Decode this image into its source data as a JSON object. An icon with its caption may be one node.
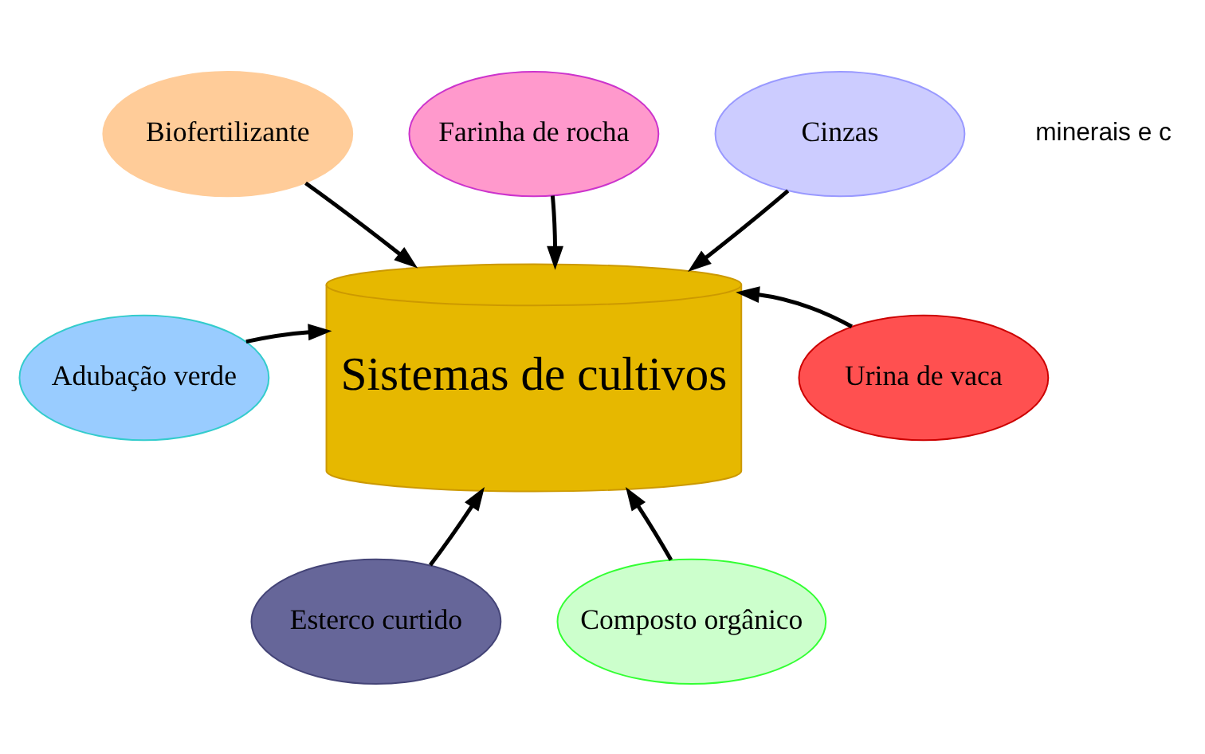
{
  "diagram": {
    "nodes": [
      {
        "text": [
          "Biofertilizante"
        ]
      },
      {
        "text": [
          "Farinha de rocha"
        ]
      },
      {
        "text": [
          "Cinzas"
        ]
      },
      {
        "text": [
          "Adubação verde"
        ]
      },
      {
        "text": [
          "Sistemas de cultivos"
        ]
      },
      {
        "text": [
          "Urina de vaca"
        ]
      },
      {
        "text": [
          "Esterco curtido"
        ]
      },
      {
        "text": [
          "Composto orgânico"
        ]
      }
    ],
    "edges": [
      {
        "from": 0,
        "to": 4,
        "arrow": "to"
      },
      {
        "from": 1,
        "to": 4,
        "arrow": "to"
      },
      {
        "from": 2,
        "to": 4,
        "arrow": "to"
      },
      {
        "from": 3,
        "to": 4,
        "arrow": "to"
      },
      {
        "from": 5,
        "to": 4,
        "arrow": "to"
      },
      {
        "from": 6,
        "to": 4,
        "arrow": "to"
      },
      {
        "from": 7,
        "to": 4,
        "arrow": "to"
      }
    ],
    "labels": [
      "minerais e c"
    ]
  }
}
